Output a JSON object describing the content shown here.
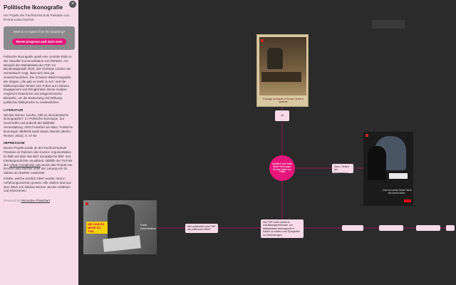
{
  "sidebar": {
    "title": "Politische Ikonografie",
    "subtitle": "ein Projekt der Fachhochschule Potsdam von Emma-Luisa Sachse",
    "restart_question": "Want to re-explore from the beginning?",
    "restart_button": "Reset progress and start over",
    "intro": "Politische Ikonografie spielt eine zentrale Rolle in der visuellen Kommunikation von Parteien. Am Beispiel des Wahlplakats der FDP zur Bundestagswahl 2025, das Christian Lindner am Schreibtisch zeigt, lässt sich dies gut veranschaulichen. Die Schwarz-Weiß-Fotografie, der Slogan „Alle gab es mehr zu tun\" und die Bildkomposition lenken den Fokus auf Lindners Engagement und Dringlichkeit. Diese Analyse vergleicht historische und zeitgenössische Beispiele, um die Bedeutung und Wirkung politischer Bildsprache zu verdeutlichen.",
    "literatur_heading": "LITERATUR",
    "literatur_text": "Nikolas Werner Jacobs, Gibt es demokratische Ikonographie?, in: Politische Ikonologie. Zur Geschichte und Zukunft der Bildkritik. Veranstaltung: 2020 Frankfurt am Main, Politische Ikonologie: Bildkritik Nach Martin Warnke (Berlin: Reimer, 2022), S. 67-82",
    "impressum_heading": "IMPRESSUM",
    "impressum_text_1": "Dieses Projekt wurde an der Fachhochschule Potsdam im Rahmen des Kurses: Argumentation im Bild und über das Bild: Europäische Bild- und Kleidergeschichte visualisiert. Mithilfe der Technik des",
    "impressum_link": "Urban Complexity Lab",
    "impressum_text_2": "wurde das Projekt von Emma-Luisa Sachse unter der Leitung von Dr. Sabine de Günther entwickelt.",
    "impressum_text_3": "Inhalte, welche wörtlich zitiert wurden sind in Anführungszeichen gesetzt. Alle Stellen sind aus dem Werk von Nikolas Werner Jacobs zufühnen und entnommen.",
    "powered_prefix": "Powered by",
    "powered_link": "Interactive Flowchart"
  },
  "nodes": {
    "top_small": "1k",
    "center": "Inhaltlich sind beide Bilder Werbungen für eine Partei von Politik",
    "right_top": "Stern, Seiten der Schreibtisch",
    "left_bottom": "Wie präsentiert sich FDP als politischen Wert?",
    "middle_bottom": "Die FDP nutzt moderne Gestaltungsmerkmale, um Wahlplakate wirkungsvoll in Szene zu setzen und Sympathie zu Verbindungen",
    "chain_1": "",
    "chain_2": "",
    "chain_3": "",
    "chain_4": ""
  },
  "images": {
    "img1_caption": "Я вождь на земле от Белое Селое в Кремле",
    "img2_quote": "„Das tun meiner Arbeit\" Nicht alle Arbeit haben.",
    "img2_brand": "SPD",
    "img3_slogan": "NIE GAB ES MEHR ZU TUN.",
    "img3_brand": "Freie Demokraten"
  },
  "colors": {
    "accent": "#e5157a",
    "sidebar_bg": "#f7dce8",
    "canvas_bg": "#2b2b2b",
    "node_bg": "#f9dbe8",
    "edge": "#c0155f"
  }
}
